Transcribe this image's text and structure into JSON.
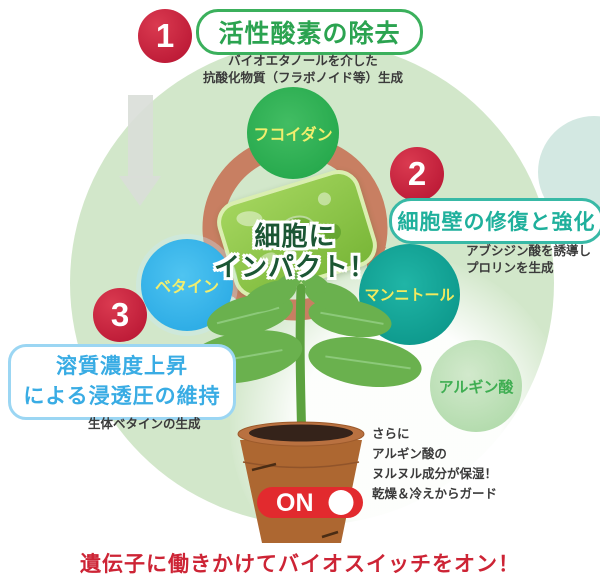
{
  "steps": [
    {
      "number": "1",
      "title": "活性酸素の除去",
      "desc_lines": [
        "バイオエタノールを介した",
        "抗酸化物質（フラボノイド等）生成"
      ]
    },
    {
      "number": "2",
      "title": "細胞壁の修復と強化",
      "desc_lines": [
        "アブシジン酸を誘導し",
        "プロリンを生成"
      ]
    },
    {
      "number": "3",
      "title_lines": [
        "溶質濃度上昇",
        "による浸透圧の維持"
      ],
      "desc": "生体ベタインの生成"
    }
  ],
  "molecules": [
    {
      "name": "フコイダン",
      "color": "#28a94b"
    },
    {
      "name": "ベタイン",
      "color": "#2fb1e9"
    },
    {
      "name": "マンニトール",
      "color": "#0ca093"
    },
    {
      "name": "アルギン酸",
      "color": "#b9dcb3"
    }
  ],
  "cell_impact": {
    "line1": "細胞に",
    "line2": "インパクト！"
  },
  "alginate_note_lines": [
    "さらに",
    "アルギン酸の",
    "ヌルヌル成分が保湿！",
    "乾燥＆冷えからガード"
  ],
  "pot_switch": {
    "label": "ON"
  },
  "caption": "遺伝子に働きかけてバイオスイッチをオン！",
  "colors": {
    "badge_red": "#c2203a",
    "step1_green": "#2ba350",
    "step2_teal": "#1fb09c",
    "step3_blue": "#39ace4",
    "cycle_arrow": "#c87f62",
    "caption_red": "#cd2435",
    "bg_circle": "#d2e7ca"
  }
}
